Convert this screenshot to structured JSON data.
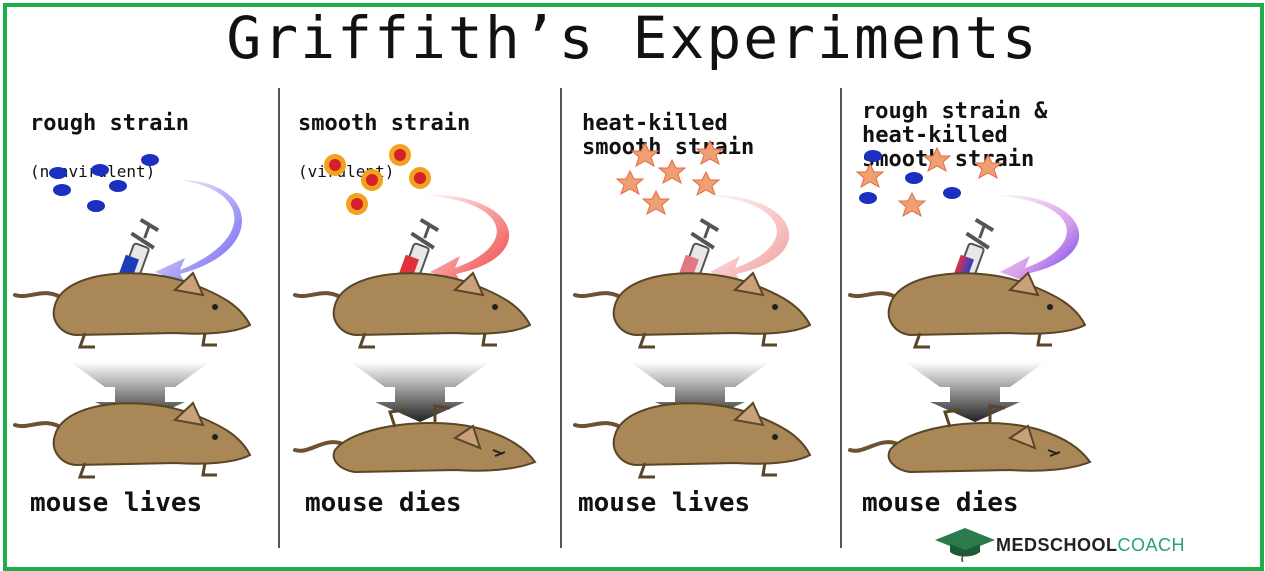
{
  "title": "Griffith’s Experiments",
  "columns": [
    {
      "label": "rough strain",
      "sublabel": "(nonvirulent)",
      "outcome": "mouse lives",
      "fluid_color": "#1a3db8",
      "arrow_color": "#6a5cf0"
    },
    {
      "label": "smooth strain",
      "sublabel": "(virulent)",
      "outcome": "mouse dies",
      "fluid_color": "#e0303a",
      "arrow_color": "#f03c3c"
    },
    {
      "label": "heat-killed\nsmooth strain",
      "sublabel": "",
      "outcome": "mouse lives",
      "fluid_color": "#e07a80",
      "arrow_color": "#f29a9a"
    },
    {
      "label": "rough strain &\nheat-killed\nsmooth strain",
      "sublabel": "",
      "outcome": "mouse dies",
      "fluid_color": "#7a4fd0",
      "arrow_color": "#7b3ff0"
    }
  ],
  "logo": {
    "brand_bold": "MEDSCHOOL",
    "brand_light": "COACH"
  },
  "colors": {
    "border": "#1fae4b",
    "mouse": "#a98757",
    "rough_bacteria": "#1b2fc0",
    "smooth_bacteria_ring": "#f2a21f",
    "smooth_bacteria_core": "#d4202a",
    "star": "#f0a070"
  }
}
